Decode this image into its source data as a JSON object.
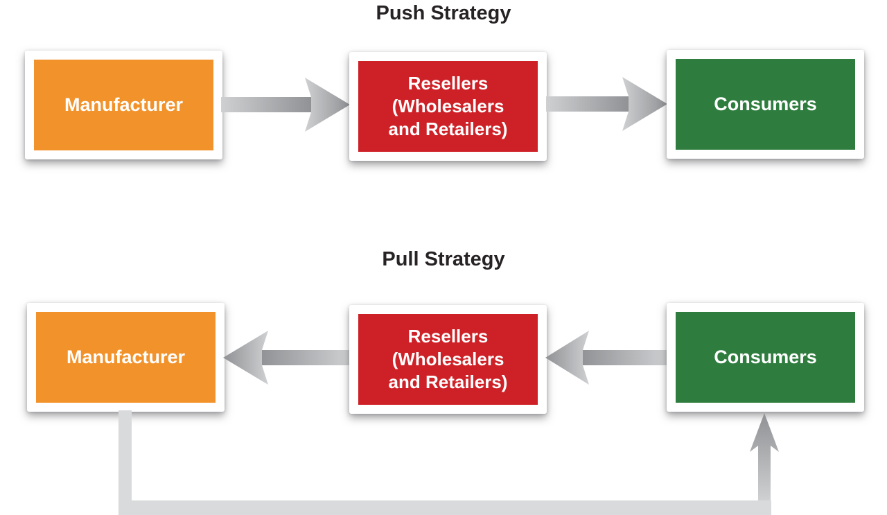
{
  "colors": {
    "orange": "#F2922B",
    "red": "#CE2127",
    "green": "#2E7D3E",
    "box_text": "#FFFFFF",
    "title_text": "#272324",
    "arrow_light": "#CFD0D2",
    "arrow_dark": "#8F9194",
    "line_gray": "#D9DADB"
  },
  "push": {
    "title": "Push Strategy",
    "manufacturer": {
      "label": "Manufacturer"
    },
    "resellers": {
      "lines": [
        "Resellers",
        "(Wholesalers",
        "and Retailers)"
      ]
    },
    "consumers": {
      "label": "Consumers"
    }
  },
  "pull": {
    "title": "Pull Strategy",
    "manufacturer": {
      "label": "Manufacturer"
    },
    "resellers": {
      "lines": [
        "Resellers",
        "(Wholesalers",
        "and Retailers)"
      ]
    },
    "consumers": {
      "label": "Consumers"
    }
  }
}
